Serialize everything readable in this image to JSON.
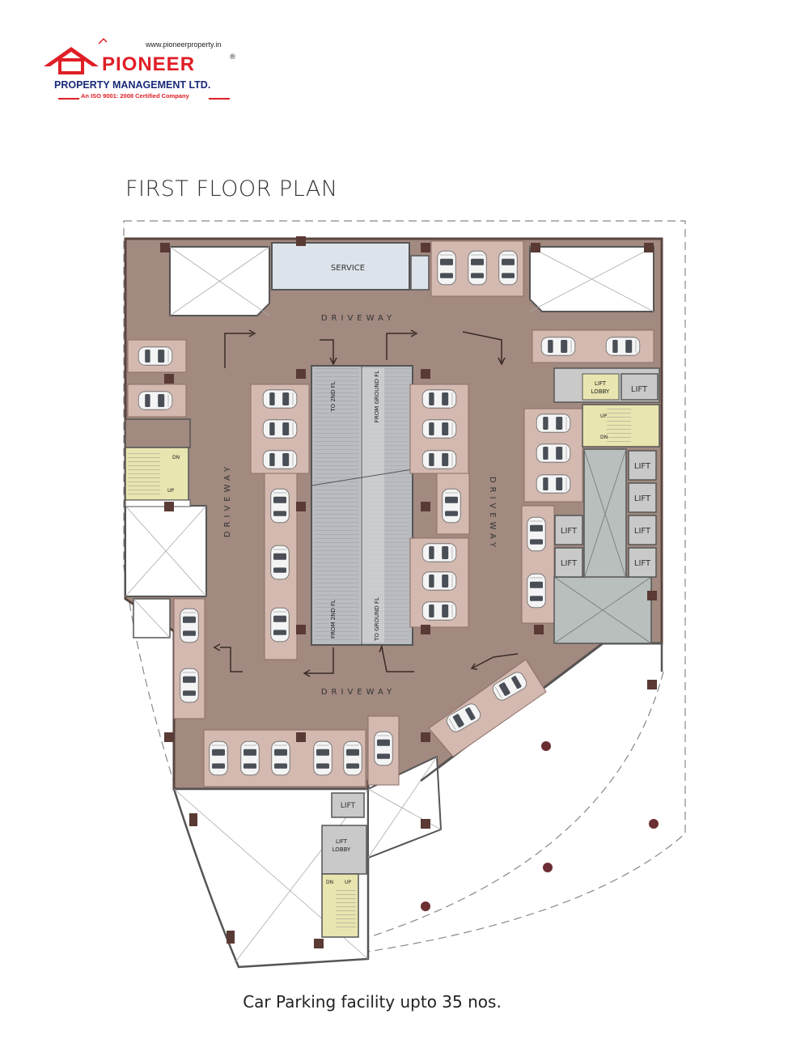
{
  "header": {
    "url": "www.pioneerproperty.in",
    "brand": "PIONEER",
    "registered": "®",
    "subtitle": "PROPERTY MANAGEMENT LTD.",
    "certification": "An ISO 9001: 2008 Certified Company"
  },
  "plan_title": "FIRST FLOOR PLAN",
  "labels": {
    "service": "SERVICE",
    "driveway": "DRIVEWAY",
    "lift": "LIFT",
    "lift_lobby_1": "LIFT",
    "lift_lobby_2": "LOBBY",
    "up": "UP",
    "dn": "DN",
    "to_2nd": "TO 2ND FL",
    "from_ground": "FROM GROUND FL",
    "from_2nd": "FROM 2ND FL",
    "to_ground": "TO GROUND FL"
  },
  "caption": "Car Parking facility upto 35 nos.",
  "colors": {
    "brand_red": "#e01e26",
    "brand_blue": "#1a2a7a",
    "floor": "#a28a80",
    "parking_bay": "#d3b9b0",
    "ramp": "#b9bcc0",
    "core": "#e8e5b0",
    "lift": "#c9c9c9"
  }
}
